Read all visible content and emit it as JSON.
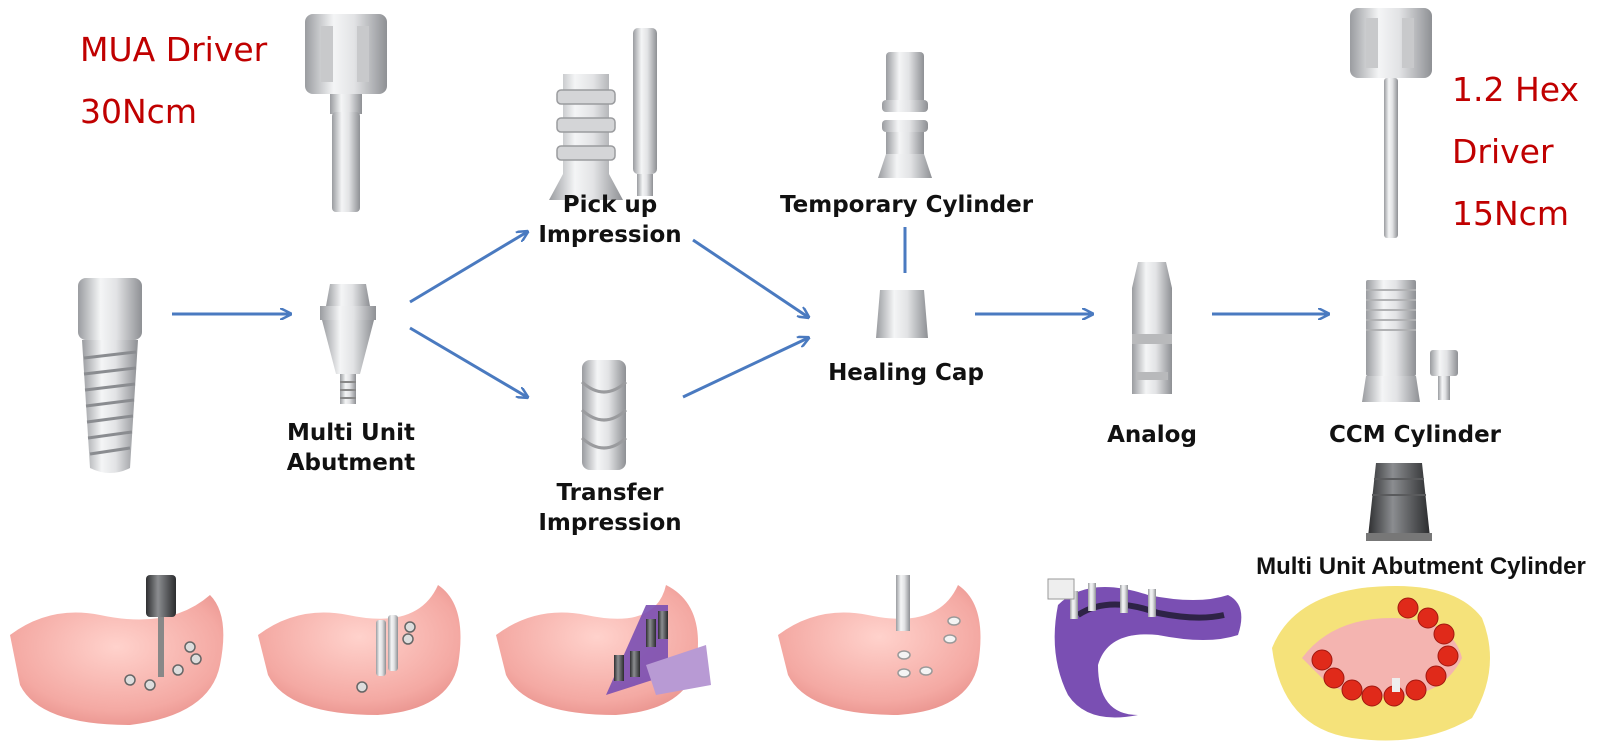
{
  "annotations": {
    "mua_driver": {
      "line1": "MUA Driver",
      "line2": "30Ncm"
    },
    "hex_driver": {
      "line1": "1.2 Hex",
      "line2": "Driver",
      "line3": "15Ncm"
    }
  },
  "components": {
    "multi_unit_abutment": {
      "line1": "Multi Unit",
      "line2": "Abutment"
    },
    "pick_up_impression": {
      "line1": "Pick up",
      "line2": "Impression"
    },
    "transfer_impression": {
      "line1": "Transfer",
      "line2": "Impression"
    },
    "temporary_cylinder": {
      "label": "Temporary Cylinder"
    },
    "healing_cap": {
      "label": "Healing Cap"
    },
    "analog": {
      "label": "Analog"
    },
    "ccm_cylinder": {
      "label": "CCM Cylinder"
    },
    "mua_cylinder": {
      "label": "Multi Unit Abutment Cylinder"
    }
  },
  "colors": {
    "arrow": "#4a7ac0",
    "annotation_text": "#c00000",
    "metal": "#d9dadc",
    "gum": "#f0a5a0",
    "tray": "#7a4fb3",
    "teeth": "#e02a1a",
    "model_base": "#f5e27a"
  }
}
